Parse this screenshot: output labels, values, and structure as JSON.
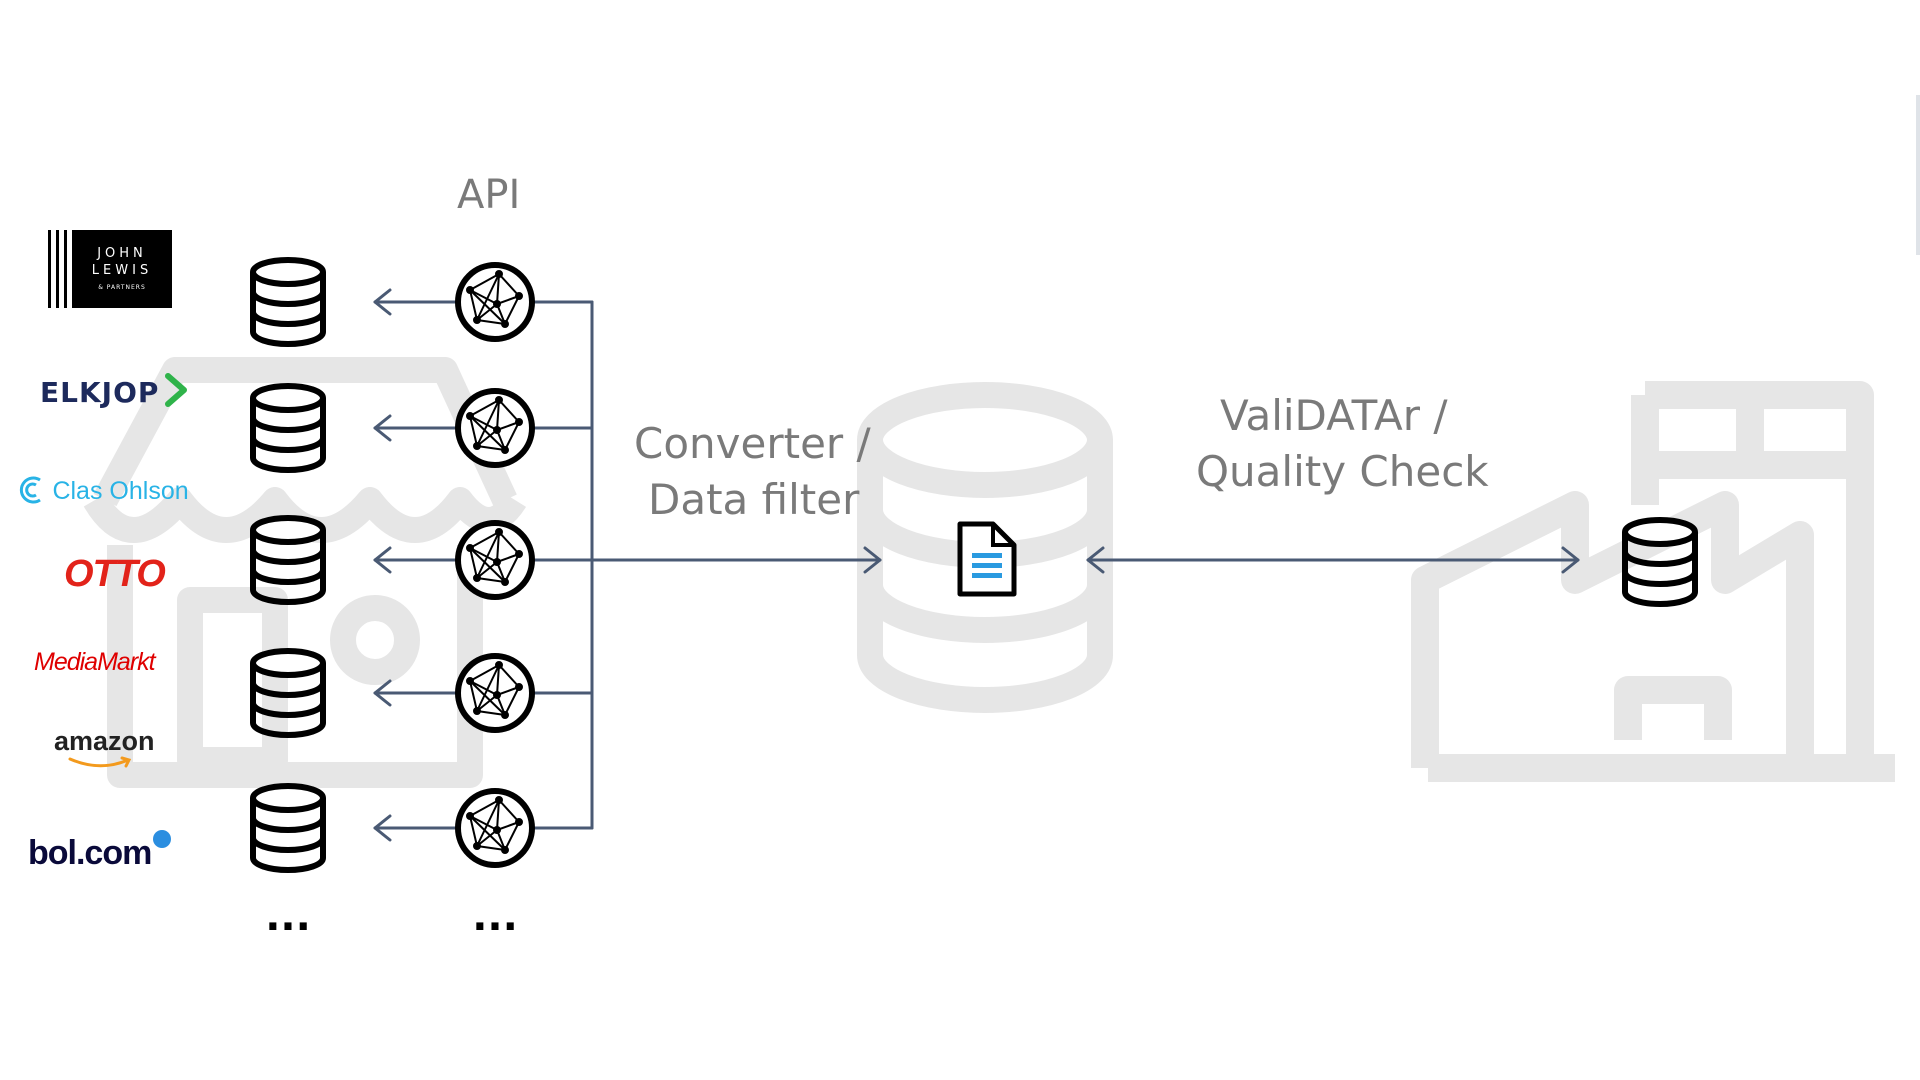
{
  "labels": {
    "api": "API",
    "converter": "Converter /",
    "data_filter": "Data filter",
    "validatar": "ValiDATAr /",
    "quality_check": "Quality Check"
  },
  "retailers": [
    {
      "name": "JOHN LEWIS",
      "line1": "JOHN",
      "line2": "LEWIS",
      "line3": "& PARTNERS"
    },
    {
      "name": "ELKJOP"
    },
    {
      "name": "Clas Ohlson"
    },
    {
      "name": "OTTO"
    },
    {
      "name": "MediaMarkt"
    },
    {
      "name": "amazon"
    },
    {
      "name": "bol.com"
    }
  ],
  "ellipsis": "...",
  "colors": {
    "arrow": "#4a5a74",
    "label": "#7a7a7a",
    "watermark": "#e6e6e6",
    "document_accent": "#2a9ae0"
  }
}
